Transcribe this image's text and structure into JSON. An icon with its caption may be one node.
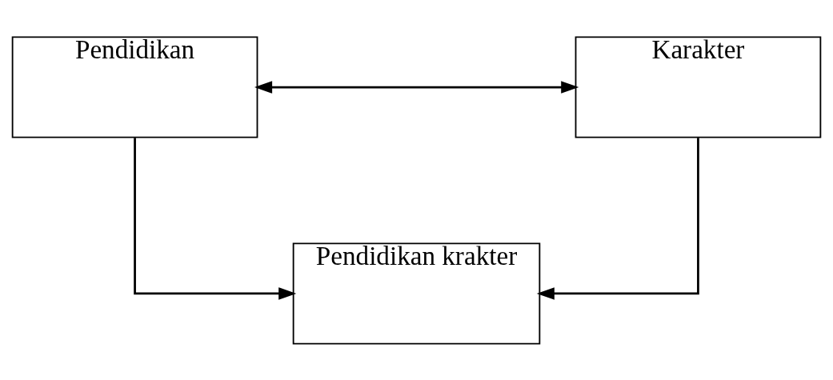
{
  "diagram": {
    "nodes": [
      {
        "text": [
          "Pendidikan"
        ]
      },
      {
        "text": [
          "Karakter"
        ]
      },
      {
        "text": [
          "Pendidikan krakter"
        ]
      }
    ],
    "edges": [
      {
        "from": 0,
        "to": 1,
        "arrow": "both"
      },
      {
        "from": 0,
        "to": 2,
        "arrow": "to"
      },
      {
        "from": 1,
        "to": 2,
        "arrow": "to"
      }
    ]
  }
}
